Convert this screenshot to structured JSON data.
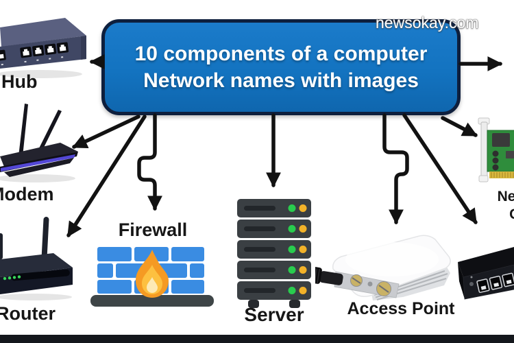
{
  "page": {
    "background": "#ffffff",
    "bottom_bar_color": "#14171c"
  },
  "watermark": {
    "text": "newsokay.com",
    "color": "#ffffff"
  },
  "title": {
    "line1": "10 components of a computer",
    "line2": "Network names with images",
    "text_color": "#ffffff",
    "box_fill": "#1373c0",
    "box_border": "#0e1f3d"
  },
  "arrows": {
    "color": "#121212",
    "targets": [
      "hub",
      "right-edge",
      "modem",
      "router",
      "firewall",
      "server",
      "access-point",
      "network-card",
      "switch"
    ]
  },
  "components": [
    {
      "id": "hub",
      "label": "Hub"
    },
    {
      "id": "modem",
      "label": "Modem"
    },
    {
      "id": "router",
      "label": "Router"
    },
    {
      "id": "firewall",
      "label": "Firewall"
    },
    {
      "id": "server",
      "label": "Server"
    },
    {
      "id": "access-point",
      "label": "Access Point"
    },
    {
      "id": "network-card",
      "label": "Network Card"
    },
    {
      "id": "switch",
      "label": ""
    }
  ],
  "icon_colors": {
    "brick_blue": "#3a8ce2",
    "flame_orange": "#f59a23",
    "flame_yellow": "#fdc040",
    "base_gray": "#3e4547",
    "server_body": "#3a3f43",
    "led_green": "#29cc4e",
    "led_yellow": "#f2b229",
    "pcb_green": "#2f8d3c",
    "gold": "#d8b83f",
    "device_dark": "#15161d"
  }
}
